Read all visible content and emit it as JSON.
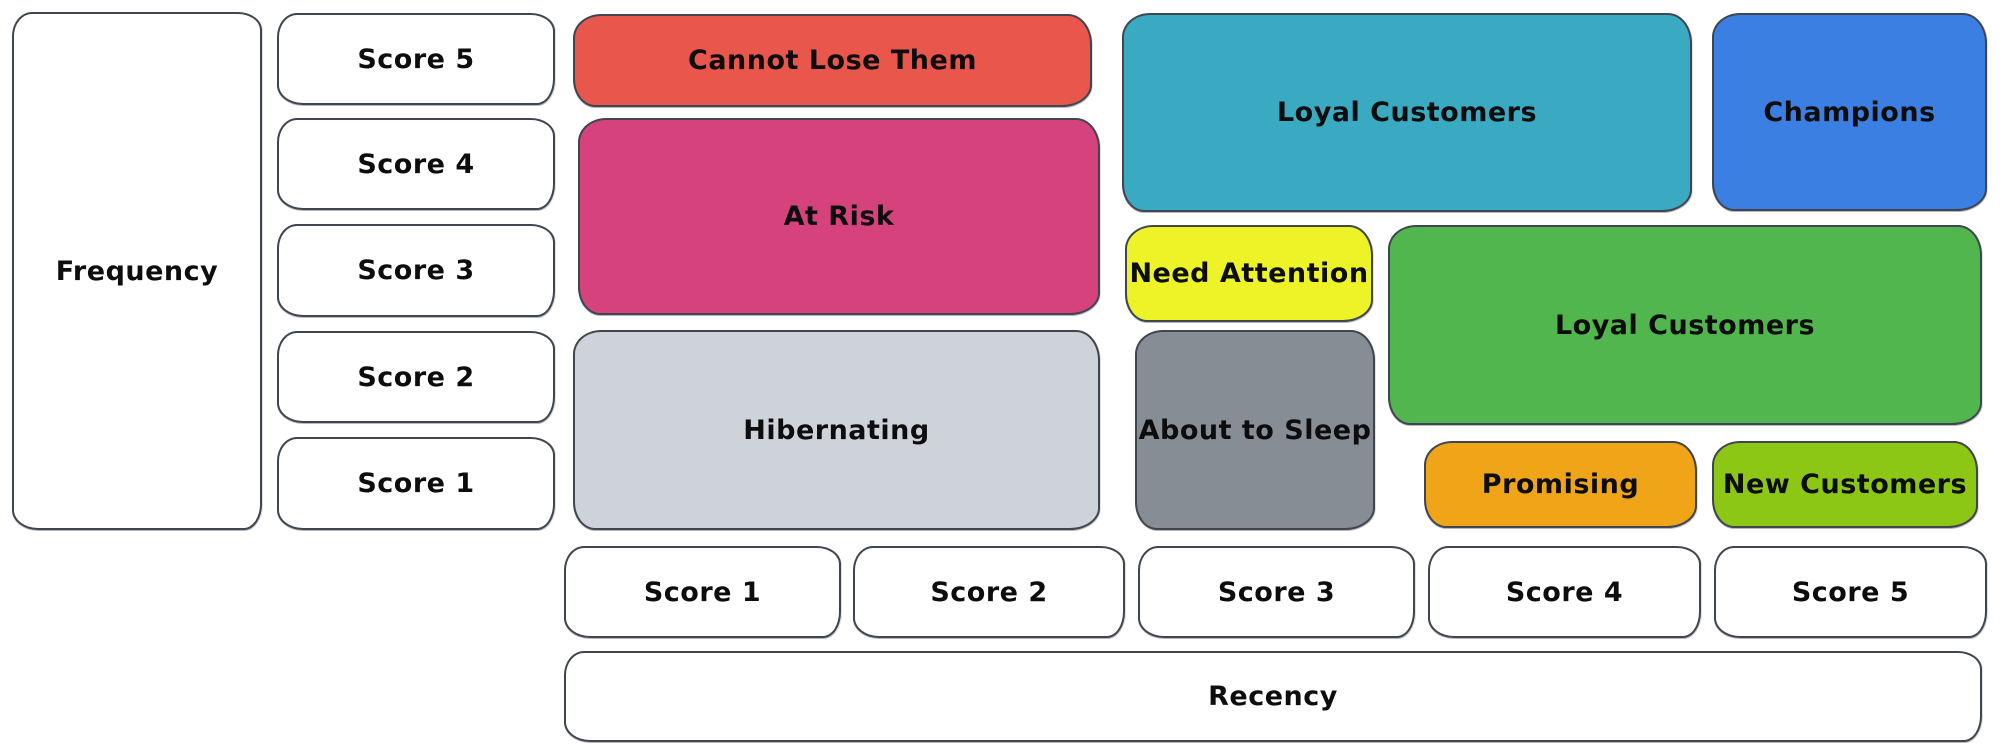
{
  "axes": {
    "frequency": {
      "label": "Frequency",
      "scores": [
        "Score 5",
        "Score 4",
        "Score 3",
        "Score 2",
        "Score 1"
      ]
    },
    "recency": {
      "label": "Recency",
      "scores": [
        "Score 1",
        "Score 2",
        "Score 3",
        "Score 4",
        "Score 5"
      ]
    }
  },
  "segments": {
    "cannot_lose_them": {
      "label": "Cannot Lose Them",
      "color": "#e8564c"
    },
    "at_risk": {
      "label": "At Risk",
      "color": "#d6437c"
    },
    "hibernating": {
      "label": "Hibernating",
      "color": "#ced3da"
    },
    "loyal_customers_top": {
      "label": "Loyal Customers",
      "color": "#3aa9c2"
    },
    "champions": {
      "label": "Champions",
      "color": "#3b7fe2"
    },
    "need_attention": {
      "label": "Need Attention",
      "color": "#edf327"
    },
    "loyal_customers_mid": {
      "label": "Loyal Customers",
      "color": "#52b64e"
    },
    "about_to_sleep": {
      "label": "About to Sleep",
      "color": "#878d94"
    },
    "promising": {
      "label": "Promising",
      "color": "#f0a418"
    },
    "new_customers": {
      "label": "New Customers",
      "color": "#8cc715"
    }
  }
}
